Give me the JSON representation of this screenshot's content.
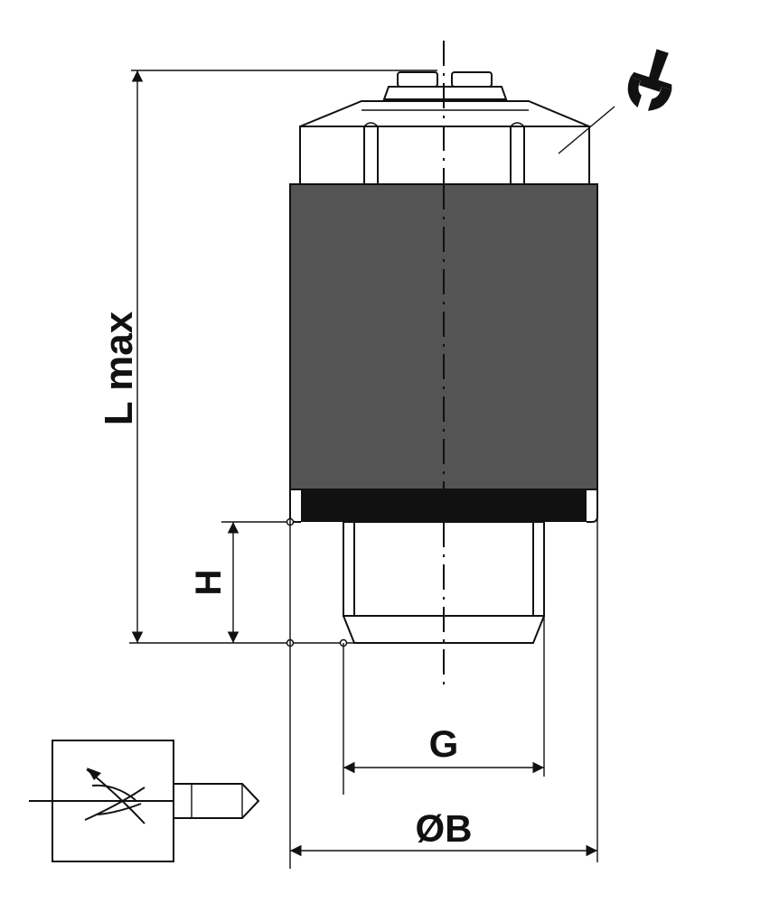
{
  "labels": {
    "length": "L max",
    "height": "H",
    "thread": "G",
    "diameter": "ØB"
  },
  "colors": {
    "line": "#111111",
    "body_fill": "#545454",
    "seal_fill": "#111111",
    "background": "#ffffff"
  },
  "icons": [
    "wrench-icon",
    "valve-symbol-icon"
  ]
}
